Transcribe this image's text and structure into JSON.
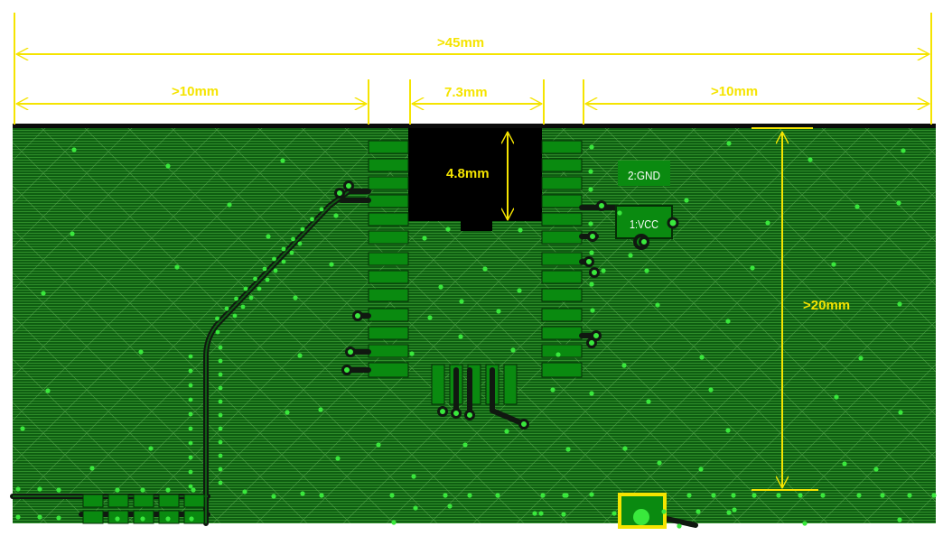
{
  "dimensions": {
    "total_width": ">45mm",
    "left_clearance": ">10mm",
    "antenna_width": "7.3mm",
    "right_clearance": ">10mm",
    "antenna_height": "4.8mm",
    "board_clearance_height": ">20mm"
  },
  "pin_labels": {
    "gnd": "2:GND",
    "vcc": "1:VCC"
  },
  "colors": {
    "board": "#0f5e12",
    "copper_line": "#2f8f2a",
    "via": "#39e83c",
    "pad": "#0a8a10",
    "trace": "#101810",
    "keepout": "#000000",
    "dimension": "#f5e400"
  }
}
